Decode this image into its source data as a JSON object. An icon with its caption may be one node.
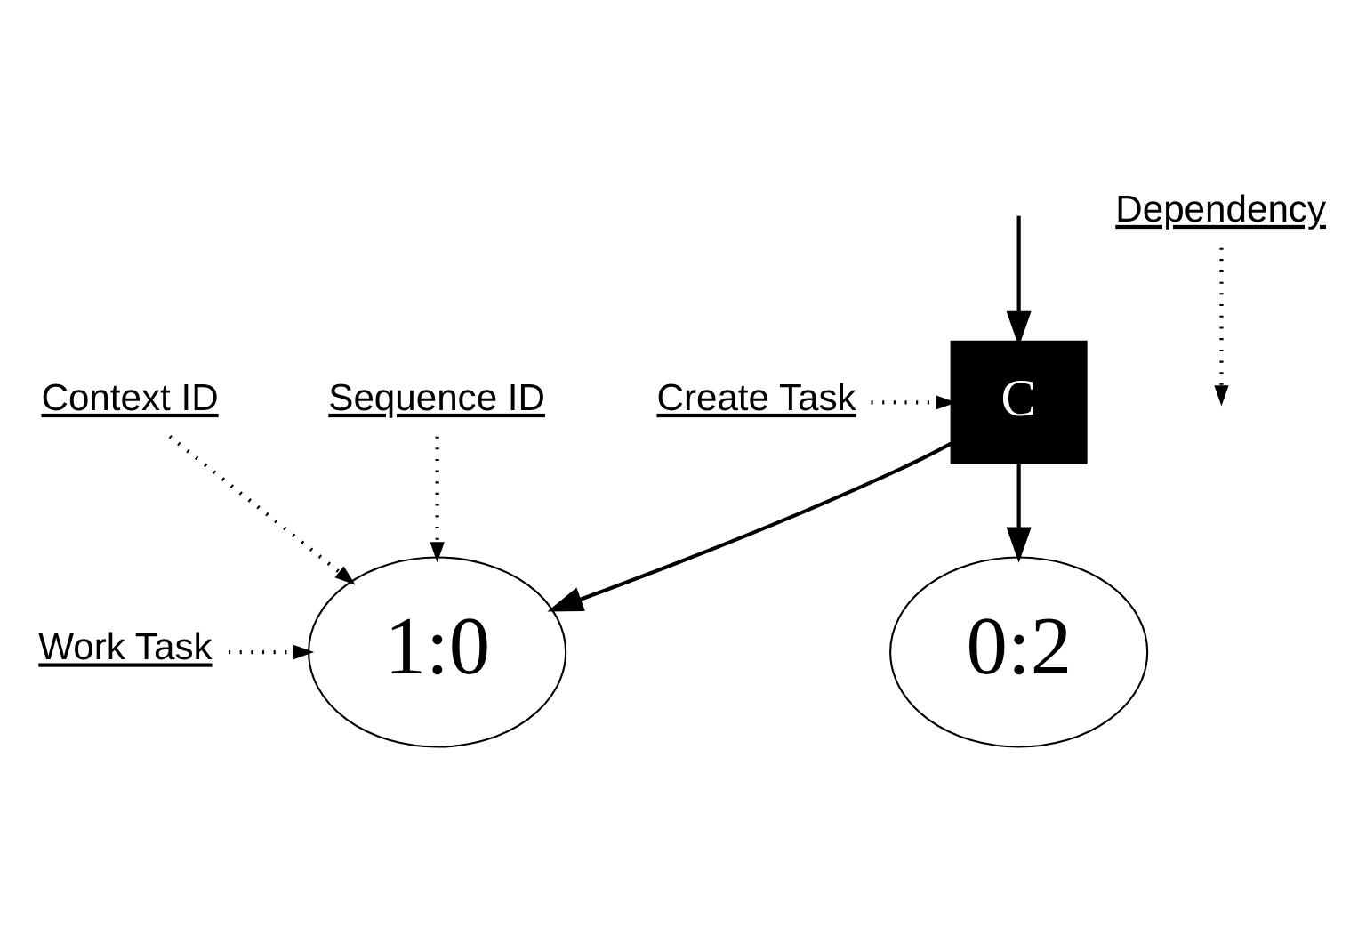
{
  "diagram": {
    "nodes": [
      {
        "text": [
          "C"
        ]
      },
      {
        "text": [
          "1:0"
        ]
      },
      {
        "text": [
          "0:2"
        ]
      },
      {
        "text": [
          "Create Task"
        ]
      },
      {
        "text": [
          "Dependency"
        ]
      },
      {
        "text": [
          "Work Task"
        ]
      },
      {
        "text": [
          "Context ID"
        ]
      },
      {
        "text": [
          "Sequence ID"
        ]
      }
    ],
    "edges": [
      {
        "from": null,
        "to": 0,
        "arrow": "to"
      },
      {
        "from": 0,
        "to": 1,
        "arrow": "to"
      },
      {
        "from": 0,
        "to": 2,
        "arrow": "to"
      },
      {
        "from": 3,
        "to": 0,
        "arrow": "to",
        "style": "dashed"
      },
      {
        "from": 4,
        "to": null,
        "arrow": "to",
        "style": "dashed"
      },
      {
        "from": 5,
        "to": 1,
        "arrow": "to",
        "style": "dashed"
      },
      {
        "from": 6,
        "to": 1,
        "arrow": "to",
        "style": "dashed"
      },
      {
        "from": 7,
        "to": 1,
        "arrow": "to",
        "style": "dashed"
      }
    ]
  }
}
